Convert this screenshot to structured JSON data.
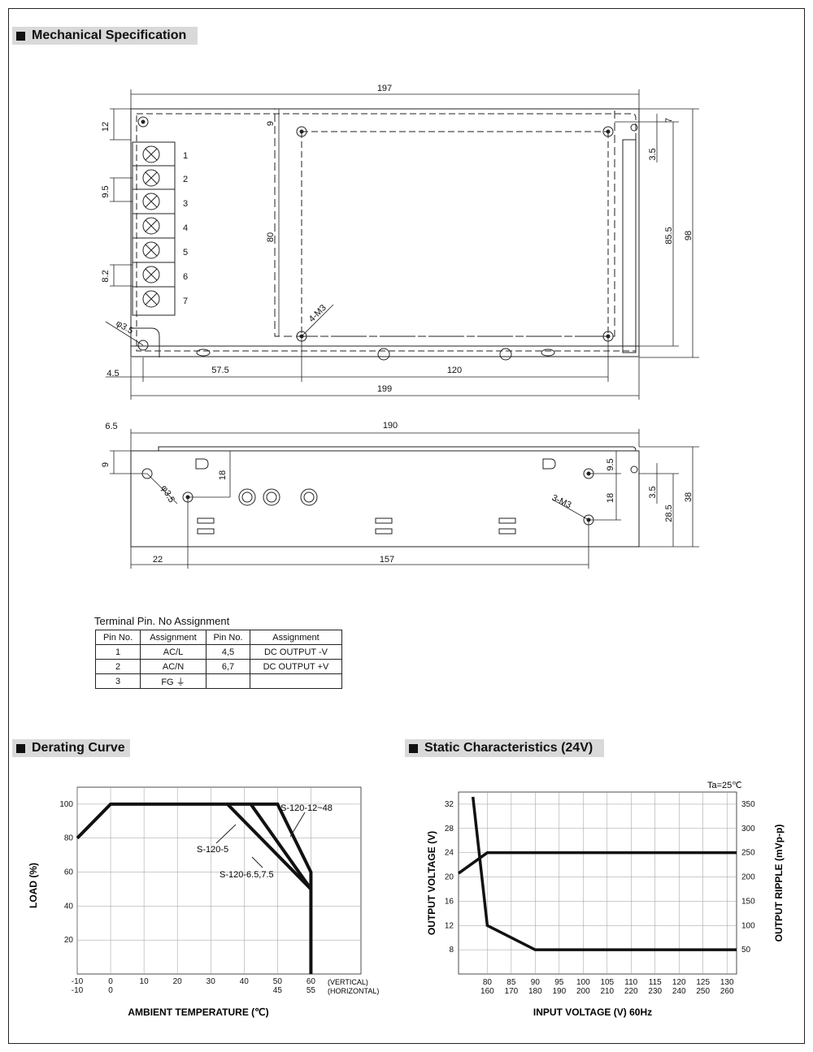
{
  "sections": {
    "mechanical": "Mechanical Specification",
    "derating": "Derating Curve",
    "static": "Static Characteristics (24V)"
  },
  "top_view": {
    "dims": {
      "overall_top": "197",
      "left_12": "12",
      "left_9_5": "9.5",
      "left_8_2": "8.2",
      "hole": "φ3.5",
      "inner_9": "9",
      "inner_80": "80",
      "m3": "4-M3",
      "right_7": "7",
      "right_3_5": "3.5",
      "right_85_5": "85.5",
      "right_98": "98",
      "bottom_4_5": "4.5",
      "bottom_57_5": "57.5",
      "bottom_120": "120",
      "bottom_199": "199"
    },
    "terminals": [
      "1",
      "2",
      "3",
      "4",
      "5",
      "6",
      "7"
    ]
  },
  "side_view": {
    "dims": {
      "left_6_5": "6.5",
      "top_190": "190",
      "left_9": "9",
      "hole": "φ3.5",
      "v18a": "18",
      "r9_5": "9.5",
      "r18": "18",
      "m3": "3-M3",
      "r3_5": "3.5",
      "r28_5": "28.5",
      "r38": "38",
      "b22": "22",
      "b157": "157"
    }
  },
  "pin_table": {
    "caption": "Terminal Pin. No Assignment",
    "headers": [
      "Pin No.",
      "Assignment",
      "Pin No.",
      "Assignment"
    ],
    "rows": [
      [
        "1",
        "AC/L",
        "4,5",
        "DC OUTPUT  -V"
      ],
      [
        "2",
        "AC/N",
        "6,7",
        "DC OUTPUT +V"
      ],
      [
        "3",
        "FG ⏚",
        "",
        ""
      ]
    ]
  },
  "chart_data": [
    {
      "type": "line",
      "title": "Derating Curve",
      "xlabel": "AMBIENT TEMPERATURE (℃)",
      "ylabel": "LOAD (%)",
      "x_ticks_vertical": [
        "-10",
        "0",
        "10",
        "20",
        "30",
        "40",
        "50",
        "60"
      ],
      "x_ticks_horizontal": [
        "-10",
        "0",
        "",
        "",
        "",
        "",
        "45",
        "55"
      ],
      "x_axis_notes": [
        "(VERTICAL)",
        "(HORIZONTAL)"
      ],
      "y_ticks": [
        "20",
        "40",
        "60",
        "80",
        "100"
      ],
      "ylim": [
        0,
        110
      ],
      "xlim": [
        -10,
        75
      ],
      "series": [
        {
          "name": "S-120-12~48",
          "x": [
            -10,
            0,
            50,
            60,
            60
          ],
          "y": [
            80,
            100,
            100,
            60,
            0
          ]
        },
        {
          "name": "S-120-6.5,7.5",
          "x": [
            42,
            60
          ],
          "y": [
            100,
            50
          ]
        },
        {
          "name": "S-120-5",
          "x": [
            35,
            60
          ],
          "y": [
            100,
            50
          ]
        }
      ]
    },
    {
      "type": "line",
      "title": "Static Characteristics (24V)",
      "note": "Ta=25℃",
      "xlabel": "INPUT VOLTAGE (V) 60Hz",
      "ylabel_left": "OUTPUT VOLTAGE (V)",
      "ylabel_right": "OUTPUT RIPPLE (mVp-p)",
      "x_ticks_top": [
        "80",
        "85",
        "90",
        "95",
        "100",
        "105",
        "110",
        "115",
        "120",
        "125",
        "130"
      ],
      "x_ticks_bottom": [
        "160",
        "170",
        "180",
        "190",
        "200",
        "210",
        "220",
        "230",
        "240",
        "250",
        "260"
      ],
      "y_left_ticks": [
        "8",
        "12",
        "16",
        "20",
        "24",
        "28",
        "32"
      ],
      "y_right_ticks": [
        "50",
        "100",
        "150",
        "200",
        "250",
        "300",
        "350"
      ],
      "xlim": [
        74,
        132
      ],
      "y_left_lim": [
        4,
        34
      ],
      "series": [
        {
          "name": "OUTPUT VOLTAGE (V)",
          "axis": "left",
          "x": [
            74,
            80,
            132
          ],
          "y": [
            20.6,
            24,
            24
          ]
        },
        {
          "name": "OUTPUT RIPPLE (mVp-p)",
          "axis": "right",
          "x": [
            77,
            80,
            90,
            132
          ],
          "y": [
            365,
            100,
            50,
            50
          ]
        }
      ]
    }
  ],
  "labels": {
    "vertical": "(VERTICAL)",
    "horizontal": "(HORIZONTAL)"
  }
}
